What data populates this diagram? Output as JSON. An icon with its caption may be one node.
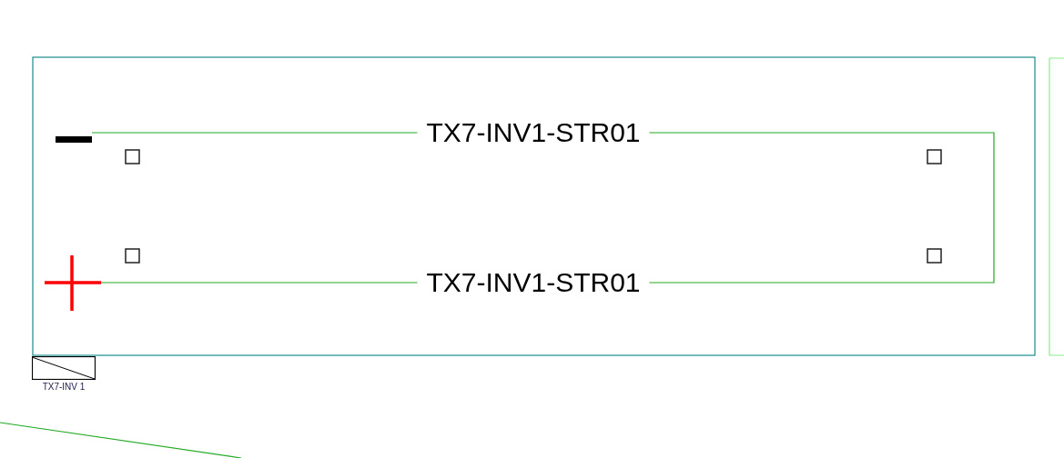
{
  "diagram": {
    "nodes": [
      {
        "text": [],
        "shape": "bar"
      },
      {
        "text": [],
        "shape": "cross"
      },
      {
        "text": [
          "TX7-INV 1"
        ]
      }
    ],
    "edges": [
      {
        "from": 0,
        "to": 1,
        "arrow": "none"
      }
    ],
    "labels": [
      "TX7-INV1-STR01",
      "TX7-INV1-STR01"
    ]
  }
}
